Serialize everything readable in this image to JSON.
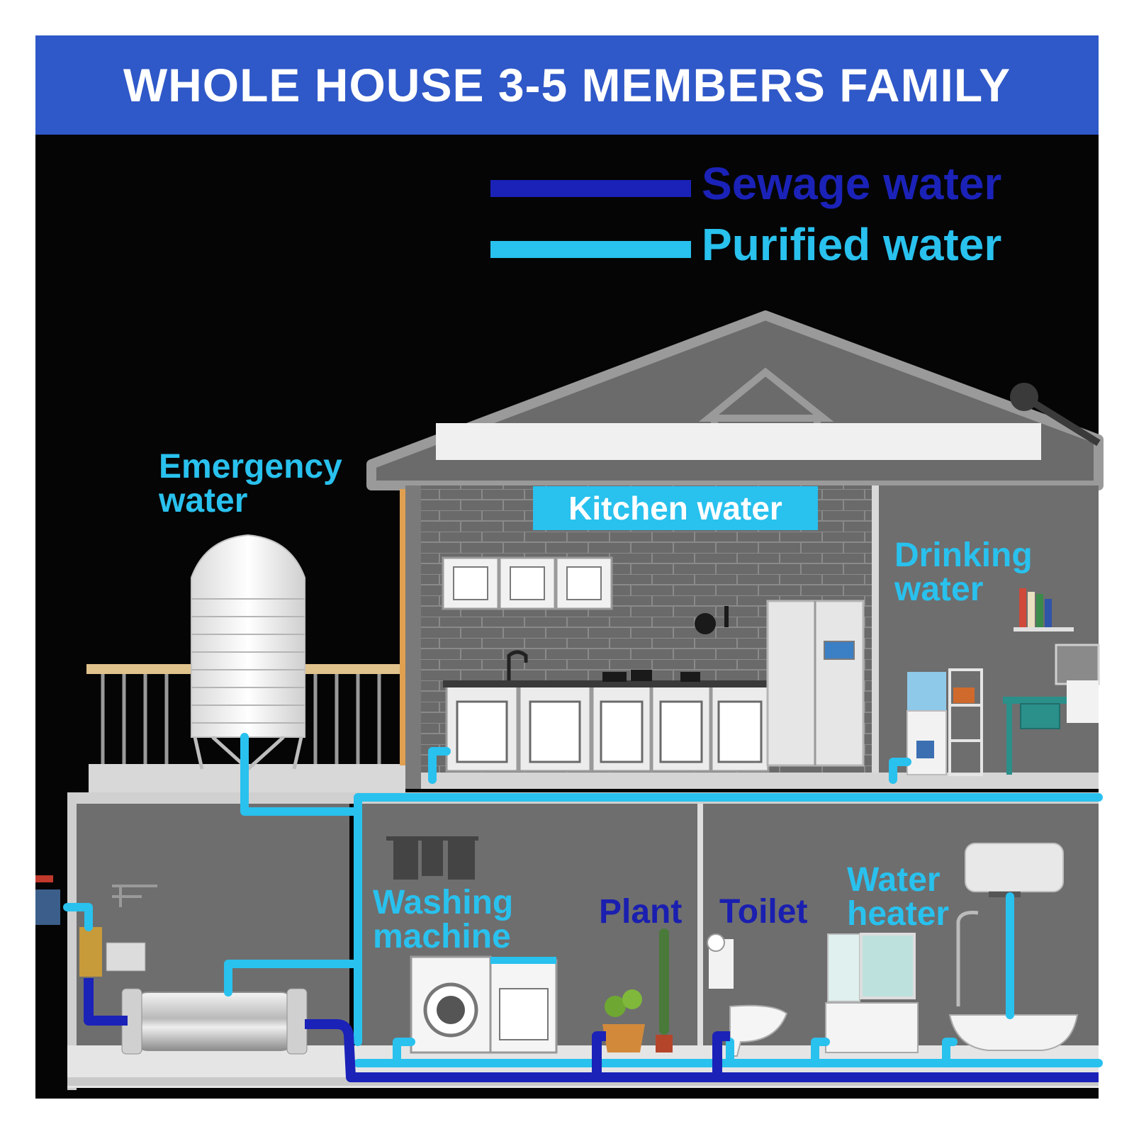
{
  "header": {
    "title": "WHOLE HOUSE 3-5 MEMBERS FAMILY"
  },
  "legend": [
    {
      "label": "Sewage water",
      "color": "#1b22b8"
    },
    {
      "label": "Purified water",
      "color": "#29c1ee"
    }
  ],
  "labels": {
    "emergency": "Emergency\nwater",
    "kitchen": "Kitchen water",
    "drinking": "Drinking\nwater",
    "washing": "Washing\nmachine",
    "plant": "Plant",
    "toilet": "Toilet",
    "heater": "Water\nheater"
  },
  "colors": {
    "banner": "#2f58c8",
    "background": "#050505",
    "house_wall": "#6e6e6e",
    "purified_pipe": "#29c1ee",
    "sewage_pipe": "#1b22b8"
  }
}
